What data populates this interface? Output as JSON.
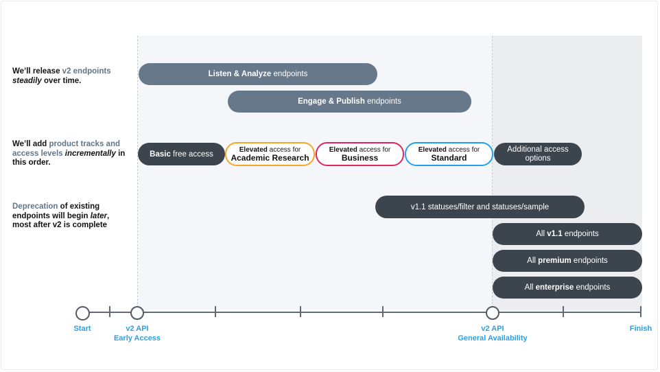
{
  "rows": {
    "release": {
      "pre": "We’ll release ",
      "hl": "v2 endpoints",
      "em": "steadily",
      "post": " over time."
    },
    "tracks": {
      "pre": "We’ll add ",
      "hl": "product tracks and access levels",
      "em": "incrementally",
      "post": " in this order."
    },
    "deprecation": {
      "hl": "Deprecation",
      "pre": " of existing endpoints will begin ",
      "em": "later",
      "post": ", most after v2 is complete"
    }
  },
  "endpoint_bars": [
    {
      "bold": "Listen & Analyze",
      "rest": " endpoints"
    },
    {
      "bold": "Engage & Publish",
      "rest": " endpoints"
    }
  ],
  "access_levels": [
    {
      "bold": "Basic",
      "rest": " free access"
    },
    {
      "bold": "Elevated",
      "rest": " access for",
      "line2": "Academic Research",
      "border_color": "#f5a623"
    },
    {
      "bold": "Elevated",
      "rest": " access for",
      "line2": "Business",
      "border_color": "#e0245e"
    },
    {
      "bold": "Elevated",
      "rest": " access for",
      "line2": "Standard",
      "border_color": "#1da1f2"
    },
    {
      "line1": "Additional access",
      "line2": "options"
    }
  ],
  "deprecation_bars": [
    {
      "text": "v1.1 statuses/filter and statuses/sample"
    },
    {
      "pre": "All ",
      "bold": "v1.1",
      "rest": " endpoints"
    },
    {
      "pre": "All ",
      "bold": "premium",
      "rest": " endpoints"
    },
    {
      "pre": "All ",
      "bold": "enterprise",
      "rest": " endpoints"
    }
  ],
  "timeline": {
    "start": "Start",
    "early_access": {
      "line1": "v2 API",
      "line2": "Early Access"
    },
    "general_availability": {
      "line1": "v2 API",
      "line2": "General Availability"
    },
    "finish": "Finish"
  },
  "colors": {
    "highlight_text": "#5f7589",
    "milestone_label": "#2b9fe0",
    "bar_slate": "#66788a",
    "bar_dark": "#3c444d"
  }
}
